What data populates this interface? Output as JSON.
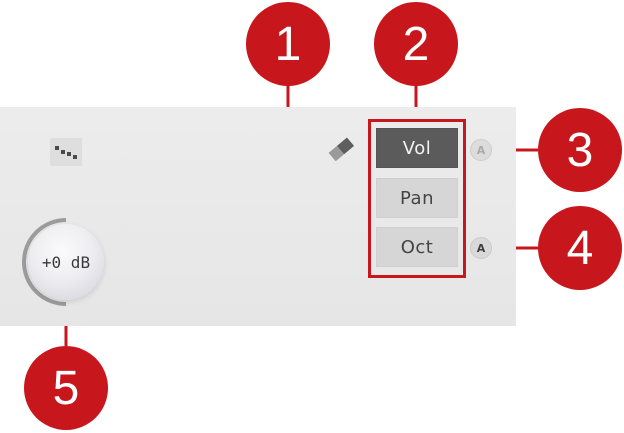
{
  "panel": {
    "modes": [
      {
        "label": "Vol",
        "selected": true
      },
      {
        "label": "Pan",
        "selected": false
      },
      {
        "label": "Oct",
        "selected": false
      }
    ],
    "badges": [
      {
        "label": "A",
        "state": "inactive"
      },
      {
        "label": "A",
        "state": "active"
      }
    ],
    "knob": {
      "label": "+0 dB"
    },
    "icons": [
      "drag-handle-icon",
      "eraser-icon"
    ]
  },
  "callouts": [
    "1",
    "2",
    "3",
    "4",
    "5"
  ],
  "colors": {
    "callout": "#c8161d",
    "panel_bg": "#e9e9e9",
    "selected_button": "#5b5b5b",
    "button": "#d6d6d6"
  }
}
